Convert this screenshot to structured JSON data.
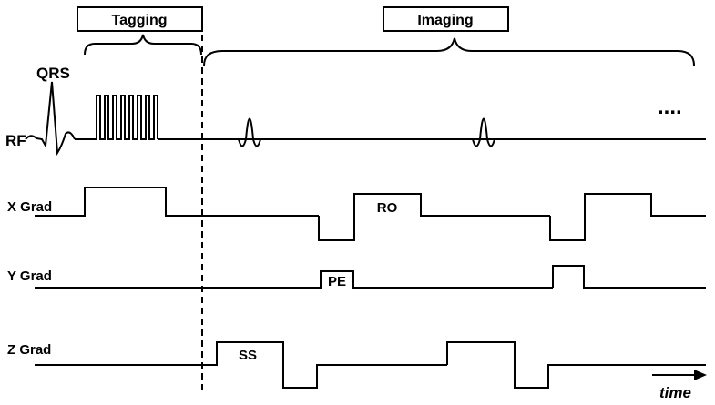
{
  "phases": {
    "tagging": "Tagging",
    "imaging": "Imaging"
  },
  "labels": {
    "qrs": "QRS",
    "rf": "RF",
    "x_grad": "X Grad",
    "y_grad": "Y Grad",
    "z_grad": "Z Grad",
    "ro": "RO",
    "pe": "PE",
    "ss": "SS",
    "time": "time",
    "continuation": "...."
  }
}
